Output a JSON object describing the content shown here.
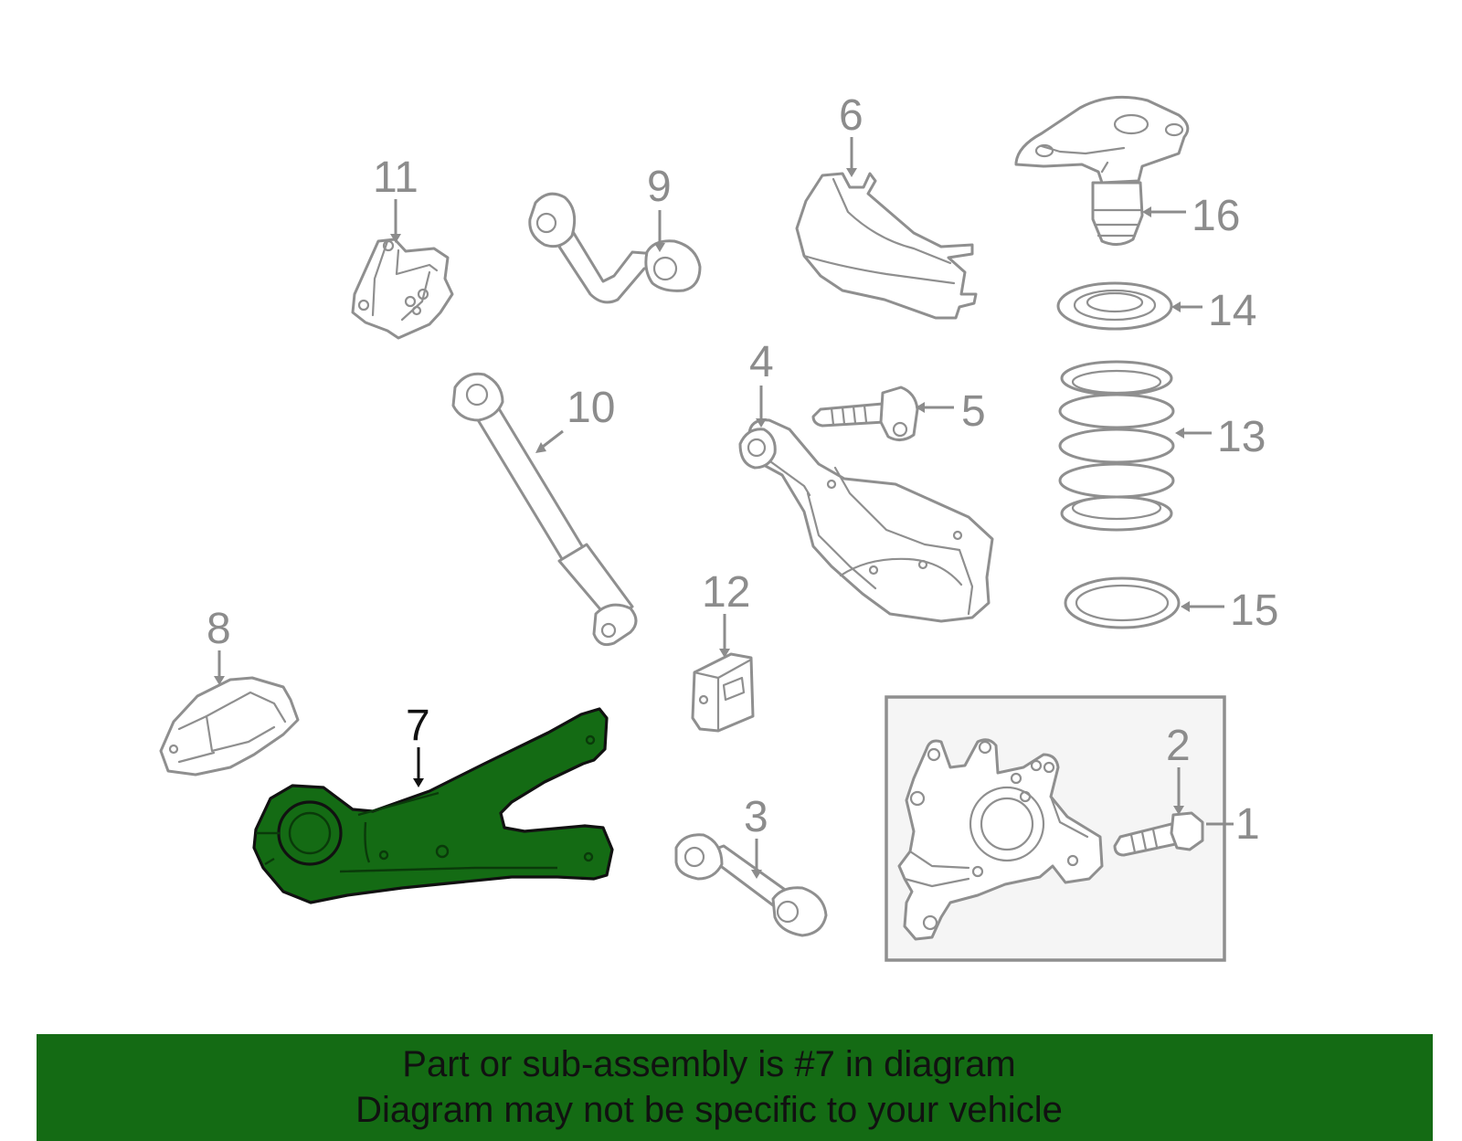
{
  "diagram": {
    "highlight_color": "#146b14",
    "callouts": [
      {
        "id": "1",
        "highlighted": false
      },
      {
        "id": "2",
        "highlighted": false
      },
      {
        "id": "3",
        "highlighted": false
      },
      {
        "id": "4",
        "highlighted": false
      },
      {
        "id": "5",
        "highlighted": false
      },
      {
        "id": "6",
        "highlighted": false
      },
      {
        "id": "7",
        "highlighted": true
      },
      {
        "id": "8",
        "highlighted": false
      },
      {
        "id": "9",
        "highlighted": false
      },
      {
        "id": "10",
        "highlighted": false
      },
      {
        "id": "11",
        "highlighted": false
      },
      {
        "id": "12",
        "highlighted": false
      },
      {
        "id": "13",
        "highlighted": false
      },
      {
        "id": "14",
        "highlighted": false
      },
      {
        "id": "15",
        "highlighted": false
      },
      {
        "id": "16",
        "highlighted": false
      }
    ]
  },
  "banner": {
    "line1": "Part or sub-assembly is #7 in diagram",
    "line2": "Diagram may not be specific to your vehicle",
    "background": "#146b14"
  }
}
